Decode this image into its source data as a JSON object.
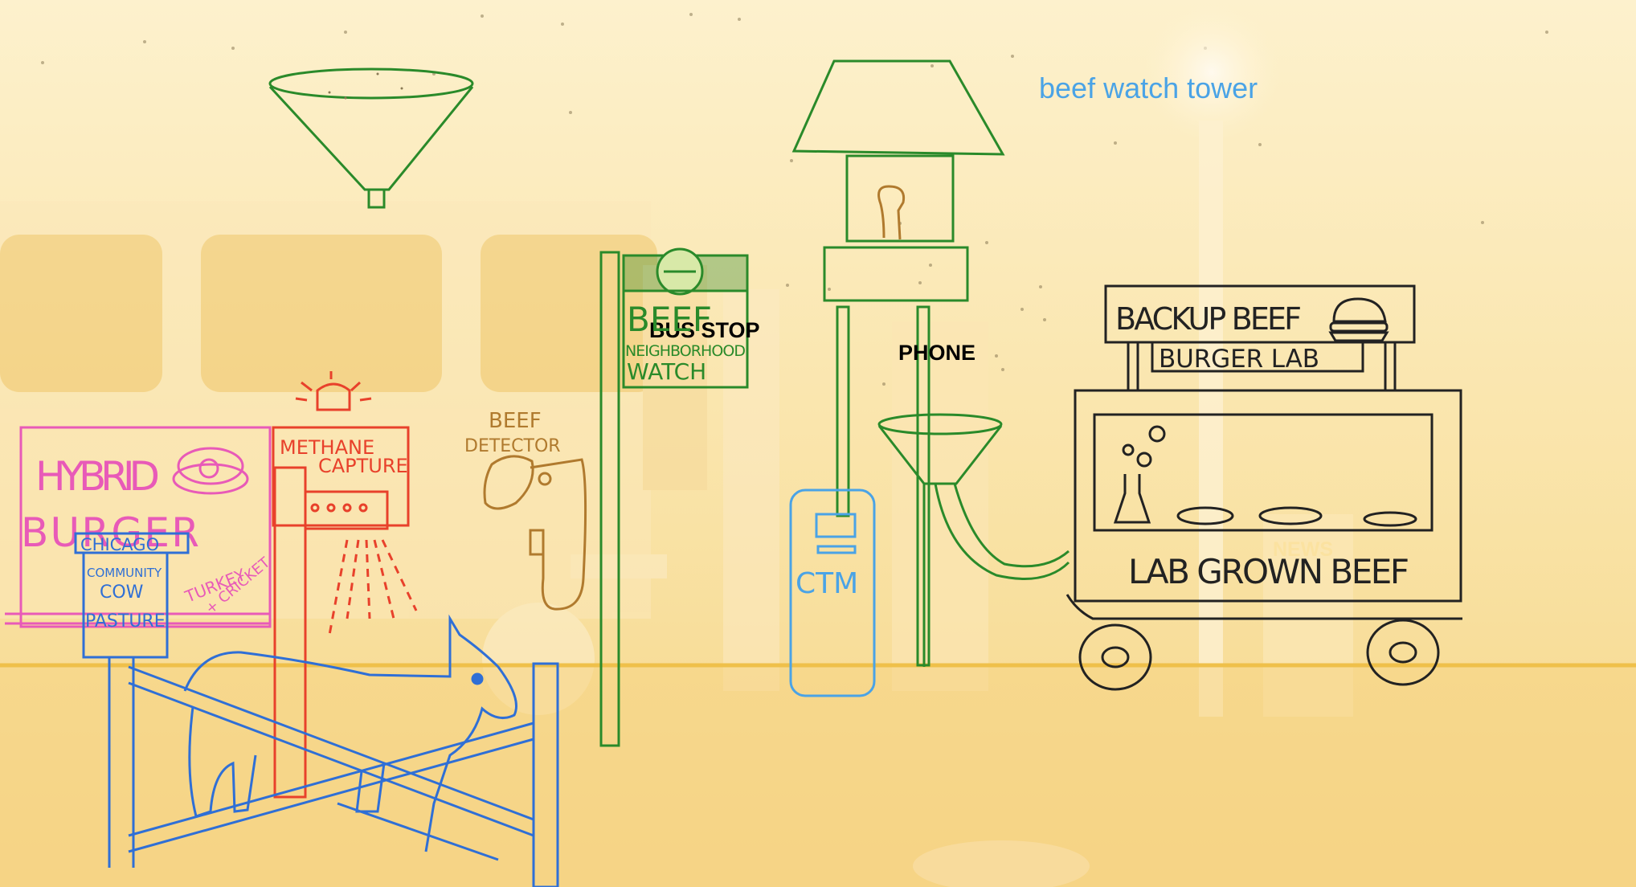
{
  "labels": {
    "tower_caption": "beef watch tower",
    "bg_bus_stop": "BUS STOP",
    "bg_phone": "PHONE",
    "bg_news": "NEWS",
    "hybrid_burger_line1": "HYBRID",
    "hybrid_burger_line2": "BURGER",
    "pasture_line1": "CHICAGO",
    "pasture_line2": "COMMUNITY",
    "pasture_line3": "COW",
    "pasture_line4": "PASTURE",
    "turkey_cricket_line1": "TURKEY",
    "turkey_cricket_line2": "+ CRICKET",
    "methane_line1": "METHANE",
    "methane_line2": "CAPTURE",
    "beef_detector_line1": "BEEF",
    "beef_detector_line2": "DETECTOR",
    "neighborhood_line1": "BEEF",
    "neighborhood_line2": "NEIGHBORHOOD",
    "neighborhood_line3": "WATCH",
    "ctm": "CTM",
    "backup_beef": "BACKUP BEEF",
    "burger_lab": "BURGER LAB",
    "lab_grown_beef": "LAB GROWN BEEF"
  },
  "colors": {
    "sky_top": "#fdf1cd",
    "sky_bottom": "#f7d98e",
    "ground": "#f5d585",
    "pink": "#e85ab8",
    "blue": "#2f6fd6",
    "red": "#e8412b",
    "brown": "#b07a2e",
    "green": "#2a8a2a",
    "light_blue": "#4aa3e6",
    "black": "#222222"
  },
  "icons": [
    "funnel-icon",
    "lamp-tower-icon",
    "telephone-icon",
    "siren-icon",
    "cow-icon",
    "burger-icon",
    "flask-icon",
    "wheel-icon"
  ]
}
